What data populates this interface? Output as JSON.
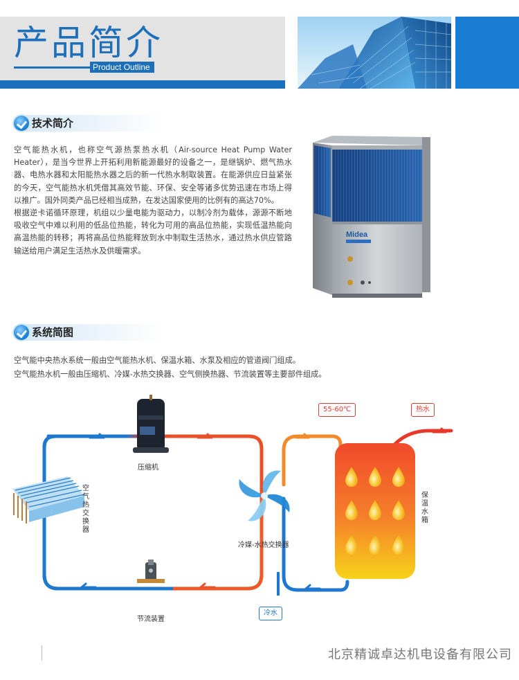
{
  "header": {
    "title": "产品简介",
    "subtitle": "Product Outline"
  },
  "sections": {
    "tech": {
      "heading": "技术简介",
      "paragraphs": [
        "空气能热水机，也称空气源热泵热水机（Air-source Heat Pump Water Heater），是当今世界上开拓利用新能源最好的设备之一，是继锅炉、燃气热水器、电热水器和太阳能热水器之后的新一代热水制取装置。在能源供应日益紧张的今天，空气能热水机凭借其高效节能、环保、安全等诸多优势迅速在市场上得以推广。国外同类产品已经相当成熟，在发达国家使用的比例有的高达70%。",
        "根据逆卡诺循环原理，机组以少量电能为驱动力，以制冷剂为载体，源源不断地吸收空气中难以利用的低品位热能，转化为可用的高品位热能，实现低温热能向高温热能的转移；再将高品位热能释放到水中制取生活热水，通过热水供应管路输送给用户满足生活热水及供暖需求。"
      ]
    },
    "system": {
      "heading": "系统简图",
      "paragraphs": [
        "空气能中央热水系统一般由空气能热水机、保温水箱、水泵及相应的管道阀门组成。",
        "空气能热水机一般由压缩机、冷媒-水热交换器、空气侧换热器、节流装置等主要部件组成。"
      ]
    }
  },
  "product": {
    "brand": "Midea"
  },
  "diagram": {
    "compressor": "压缩机",
    "air_exchanger": "空气热交换器",
    "refrigerant_exchanger": "冷媒-水热交换器",
    "throttle": "节流装置",
    "tank": "保温水箱",
    "temp_tag": "55-60℃",
    "hot_water_tag": "热水",
    "cold_water_tag": "冷水"
  },
  "colors": {
    "brand_blue": "#1c6fb8",
    "pipe_hot": "#e8382b",
    "pipe_cold": "#1e78cf",
    "tank_top": "#f04a2a",
    "tank_bottom": "#f7d21a"
  },
  "footer": {
    "company": "北京精诚卓达机电设备有限公司"
  }
}
